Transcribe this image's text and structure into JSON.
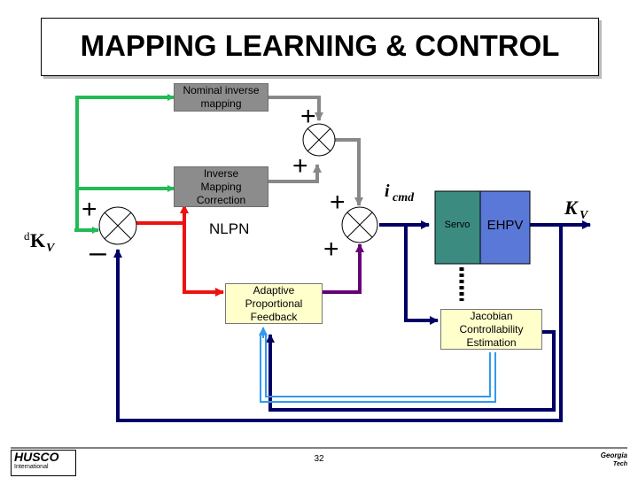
{
  "slide": {
    "title": "MAPPING LEARNING & CONTROL",
    "page_number": "32"
  },
  "blocks": {
    "nominal_inverse_mapping": {
      "line1": "Nominal inverse",
      "line2": "mapping"
    },
    "inverse_mapping_correction": {
      "line1": "Inverse",
      "line2": "Mapping",
      "line3": "Correction"
    },
    "adaptive_proportional_feedback": {
      "line1": "Adaptive",
      "line2": "Proportional",
      "line3": "Feedback"
    },
    "jacobian": {
      "line1": "Jacobian",
      "line2": "Controllability",
      "line3": "Estimation"
    },
    "servo_label": "Servo",
    "ehpv_label": "EHPV"
  },
  "labels": {
    "nlpn": "NLPN",
    "input_sup": "d",
    "input_main": "K",
    "input_sub": "V",
    "output_main": "K",
    "output_sub": "V",
    "icmd_main": "i",
    "icmd_sub": "cmd",
    "plus": "+",
    "minus": "–"
  },
  "logos": {
    "left_main": "HUSCO",
    "left_sub": "International",
    "right_main": "Georgia",
    "right_sub": "Tech"
  },
  "colors": {
    "green": "#22bb55",
    "red": "#ee1111",
    "gray": "#888888",
    "purple": "#660077",
    "navy": "#000066",
    "light_blue": "#3399ee",
    "teal_block": "#3b8b80",
    "blue_block": "#5a78d8",
    "pale_yellow": "#ffffcc"
  }
}
